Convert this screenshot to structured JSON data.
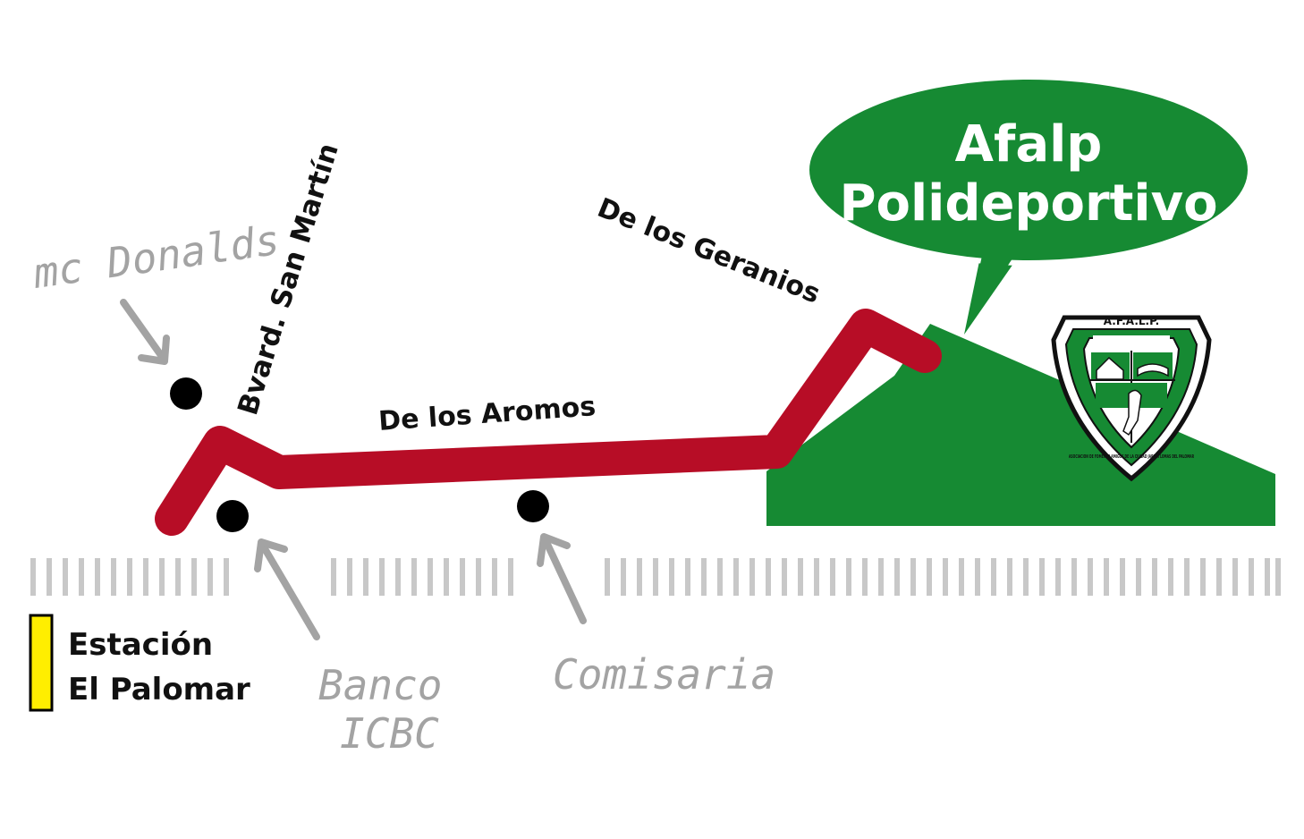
{
  "destination": {
    "line1": "Afalp",
    "line2": "Polideportivo"
  },
  "streets": {
    "boulevard": "Bvard. San Martín",
    "aromos": "De los Aromos",
    "geranios": "De los Geranios"
  },
  "landmarks": {
    "mcdonalds": "mc Donalds",
    "banco_line1": "Banco",
    "banco_line2": "ICBC",
    "comisaria": "Comisaria"
  },
  "station": {
    "line1": "Estación",
    "line2": "El Palomar",
    "color": "#ffee00"
  },
  "crest": {
    "top": "A.F.A.L.P.",
    "ring": "ASOCIACION DE FOMENTO AMIGOS DE LA CIUDAD JARDIN LOMAS DEL PALOMAR"
  },
  "colors": {
    "route": "#b70d26",
    "park": "#168a33",
    "rail": "#c8c8c8",
    "landmark_dot": "#000000",
    "arrow": "#a3a3a3"
  }
}
